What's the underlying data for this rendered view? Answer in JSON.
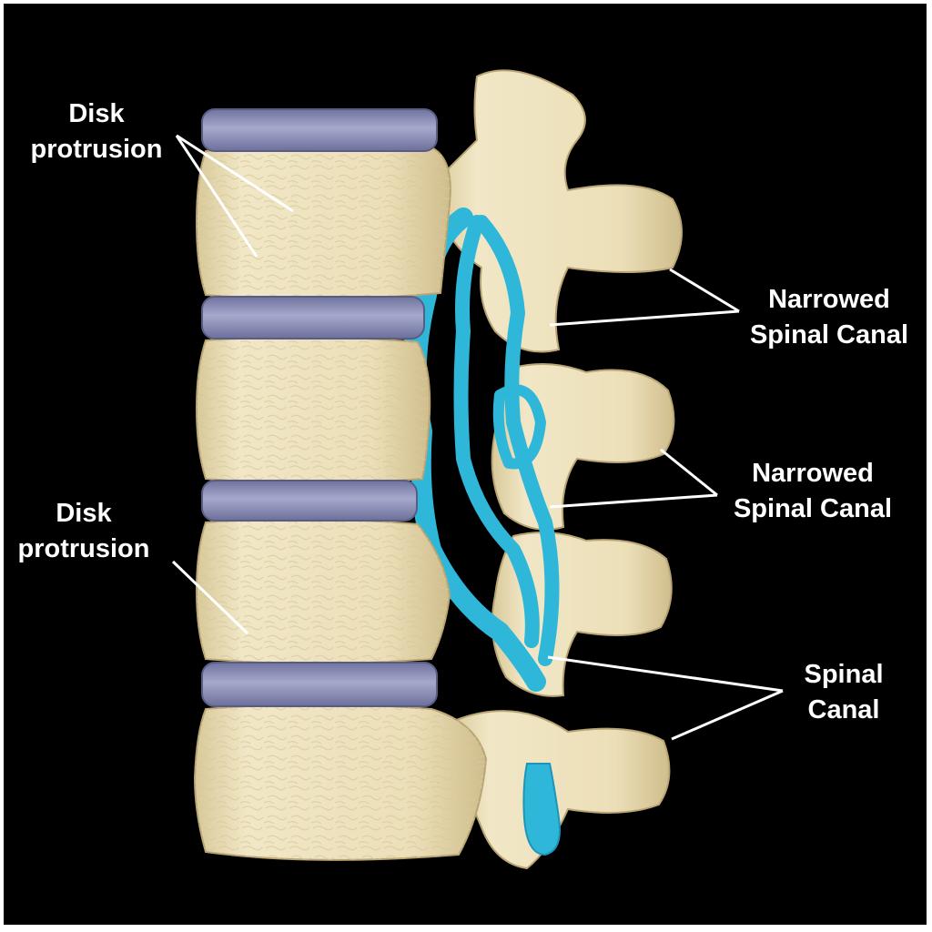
{
  "labels": {
    "disk_top": [
      "Disk",
      "protrusion"
    ],
    "disk_bottom": [
      "Disk",
      "protrusion"
    ],
    "narrowed_1": [
      "Narrowed",
      "Spinal Canal"
    ],
    "narrowed_2": [
      "Narrowed",
      "Spinal Canal"
    ],
    "spinal_canal": [
      "Spinal",
      "Canal"
    ]
  },
  "colors": {
    "background": "#000000",
    "bone": "#EEE3BE",
    "bone_shadow": "#CDBB8A",
    "disk": "#8B8FB8",
    "nerve": "#2FB7DA",
    "leader": "#FFFFFF"
  }
}
